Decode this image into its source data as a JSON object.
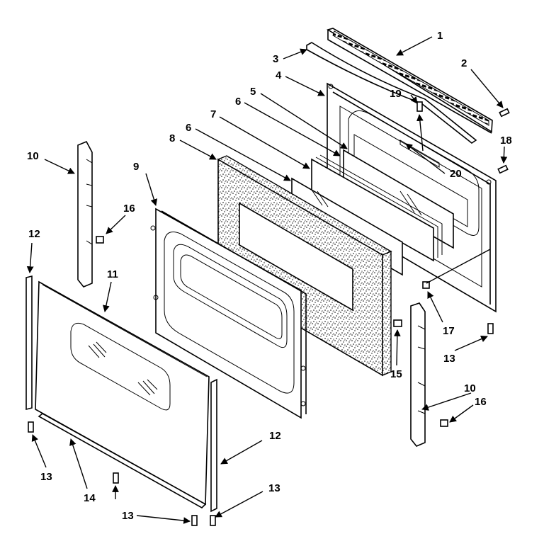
{
  "diagram": {
    "callouts": [
      {
        "id": "c1",
        "label": "1"
      },
      {
        "id": "c2",
        "label": "2"
      },
      {
        "id": "c3",
        "label": "3"
      },
      {
        "id": "c4",
        "label": "4"
      },
      {
        "id": "c5",
        "label": "5"
      },
      {
        "id": "c6a",
        "label": "6"
      },
      {
        "id": "c6b",
        "label": "6"
      },
      {
        "id": "c7",
        "label": "7"
      },
      {
        "id": "c8",
        "label": "8"
      },
      {
        "id": "c9",
        "label": "9"
      },
      {
        "id": "c10a",
        "label": "10"
      },
      {
        "id": "c10b",
        "label": "10"
      },
      {
        "id": "c11",
        "label": "11"
      },
      {
        "id": "c12a",
        "label": "12"
      },
      {
        "id": "c12b",
        "label": "12"
      },
      {
        "id": "c13a",
        "label": "13"
      },
      {
        "id": "c13b",
        "label": "13"
      },
      {
        "id": "c13c",
        "label": "13"
      },
      {
        "id": "c13d",
        "label": "13"
      },
      {
        "id": "c14",
        "label": "14"
      },
      {
        "id": "c15",
        "label": "15"
      },
      {
        "id": "c16a",
        "label": "16"
      },
      {
        "id": "c16b",
        "label": "16"
      },
      {
        "id": "c17",
        "label": "17"
      },
      {
        "id": "c18",
        "label": "18"
      },
      {
        "id": "c19",
        "label": "19"
      },
      {
        "id": "c20",
        "label": "20"
      }
    ]
  }
}
